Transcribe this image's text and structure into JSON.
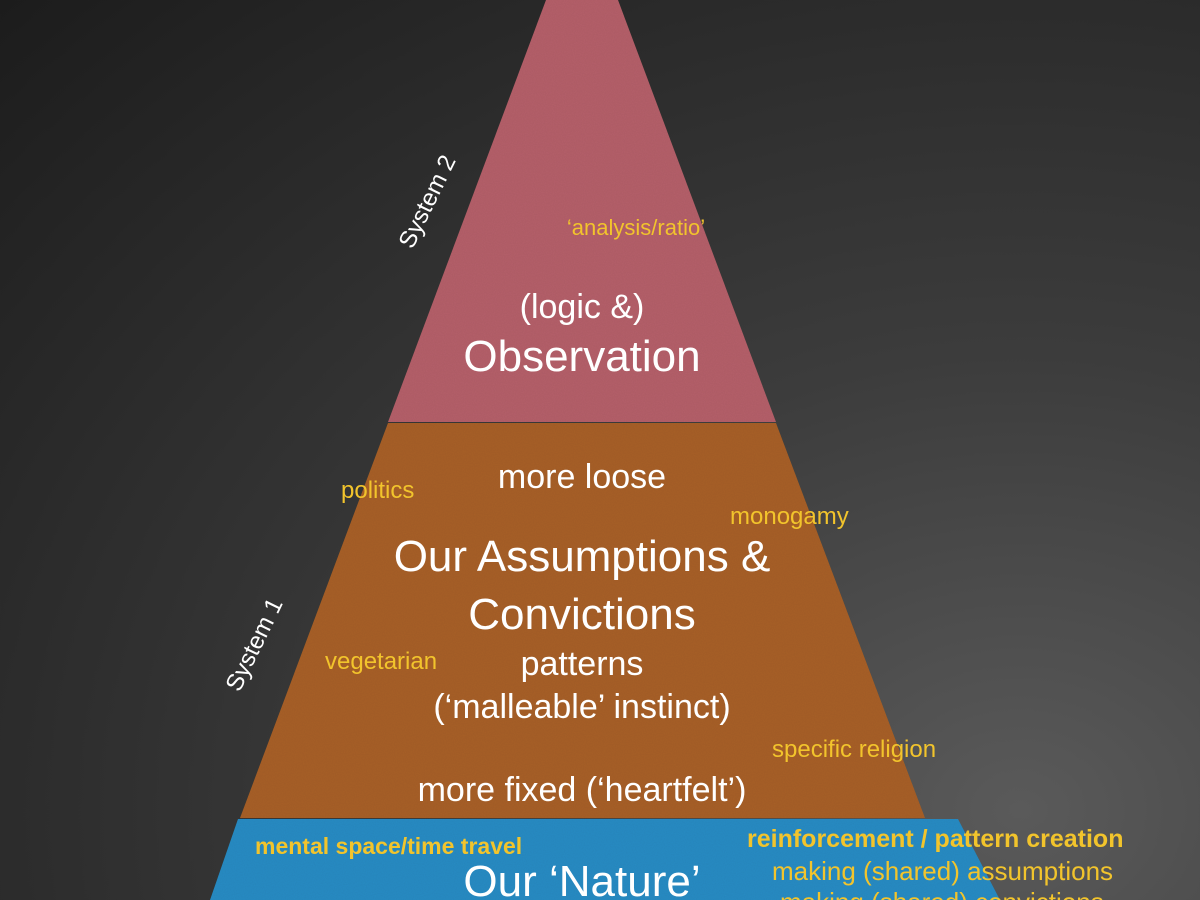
{
  "colors": {
    "background": "#2b2b2b",
    "top_layer": "#b5616a",
    "middle_layer": "#a8612b",
    "bottom_layer": "#2c8cc4",
    "main_text": "#ffffff",
    "side_text": "#f2c42c"
  },
  "side_labels": {
    "system2": "System 2",
    "system1": "System 1"
  },
  "top_layer": {
    "note": "‘analysis/ratio’",
    "sub_title": "(logic &)",
    "title": "Observation"
  },
  "middle_layer": {
    "loose": "more loose",
    "title_line1": "Our Assumptions &",
    "title_line2": "Convictions",
    "patterns": "patterns",
    "instinct": "(‘malleable’ instinct)",
    "fixed": "more fixed (‘heartfelt’)",
    "examples": {
      "politics": "politics",
      "monogamy": "monogamy",
      "vegetarian": "vegetarian",
      "religion": "specific religion"
    }
  },
  "bottom_layer": {
    "title": "Our ‘Nature’",
    "left_note": "mental space/time travel",
    "right_heading": "reinforcement / pattern creation",
    "right_line1": "making (shared) assumptions",
    "right_line2": "making (shared) convictions"
  }
}
